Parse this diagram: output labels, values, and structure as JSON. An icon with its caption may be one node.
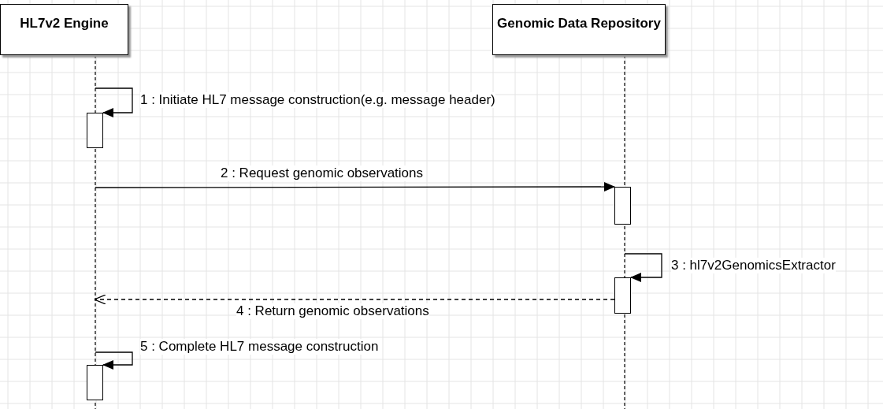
{
  "diagram": {
    "nodes": [
      {
        "text": [
          "HL7v2 Engine"
        ]
      },
      {
        "text": [
          "Genomic Data Repository"
        ]
      },
      {
        "text": [],
        "shape": "bar"
      },
      {
        "text": [],
        "shape": "bar"
      },
      {
        "text": [],
        "shape": "bar"
      },
      {
        "text": [],
        "shape": "bar"
      }
    ],
    "edges": [
      {
        "from": null,
        "to": 2,
        "arrow": "to",
        "label": "1 : Initiate HL7 message construction(e.g. message header)"
      },
      {
        "from": null,
        "to": 3,
        "arrow": "to",
        "label": "2 : Request genomic observations"
      },
      {
        "from": null,
        "to": 4,
        "arrow": "to",
        "label": "3 : hl7v2GenomicsExtractor"
      },
      {
        "from": 4,
        "to": null,
        "arrow": "to",
        "style": "dashed",
        "label": "4 : Return genomic observations"
      },
      {
        "from": null,
        "to": 5,
        "arrow": "to",
        "label": "5 : Complete HL7 message construction"
      }
    ]
  }
}
